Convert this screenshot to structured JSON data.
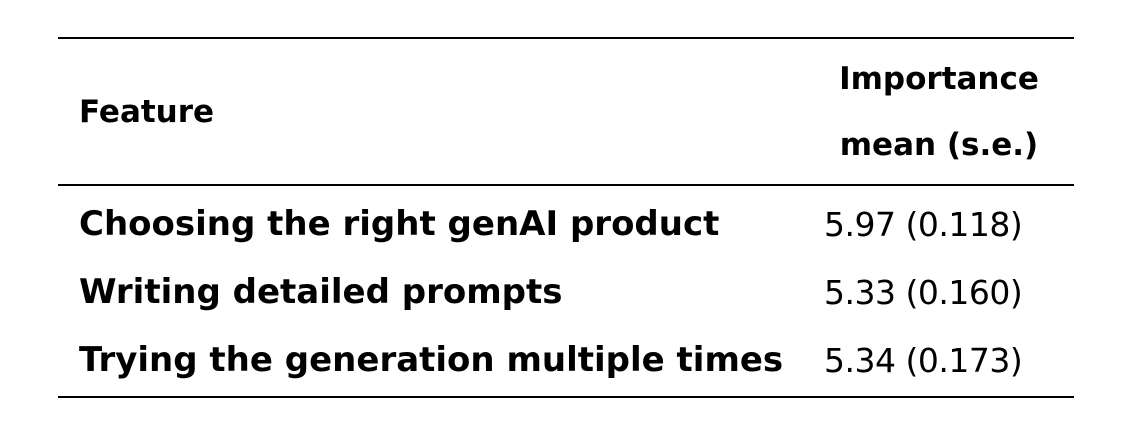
{
  "table": {
    "headers": {
      "feature": "Feature",
      "importance_line1": "Importance",
      "importance_line2": "mean (s.e.)"
    },
    "rows": [
      {
        "feature": "Choosing the right genAI product",
        "value": "5.97 (0.118)"
      },
      {
        "feature": "Writing detailed prompts",
        "value": "5.33 (0.160)"
      },
      {
        "feature": "Trying the generation multiple times",
        "value": "5.34 (0.173)"
      }
    ]
  }
}
